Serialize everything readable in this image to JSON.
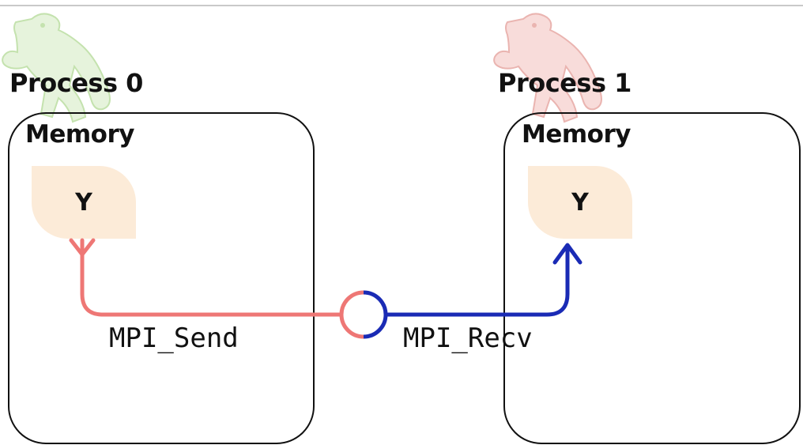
{
  "process_0": {
    "title": "Process 0",
    "memory_label": "Memory",
    "variable": "Y",
    "mascot": "sloth-icon",
    "mascot_color": "#d7ecc8"
  },
  "process_1": {
    "title": "Process 1",
    "memory_label": "Memory",
    "variable": "Y",
    "mascot": "sloth-icon",
    "mascot_color": "#f3c9c6"
  },
  "send": {
    "label": "MPI_Send",
    "color": "#ee7775"
  },
  "recv": {
    "label": "MPI_Recv",
    "color": "#1a2bb5"
  }
}
